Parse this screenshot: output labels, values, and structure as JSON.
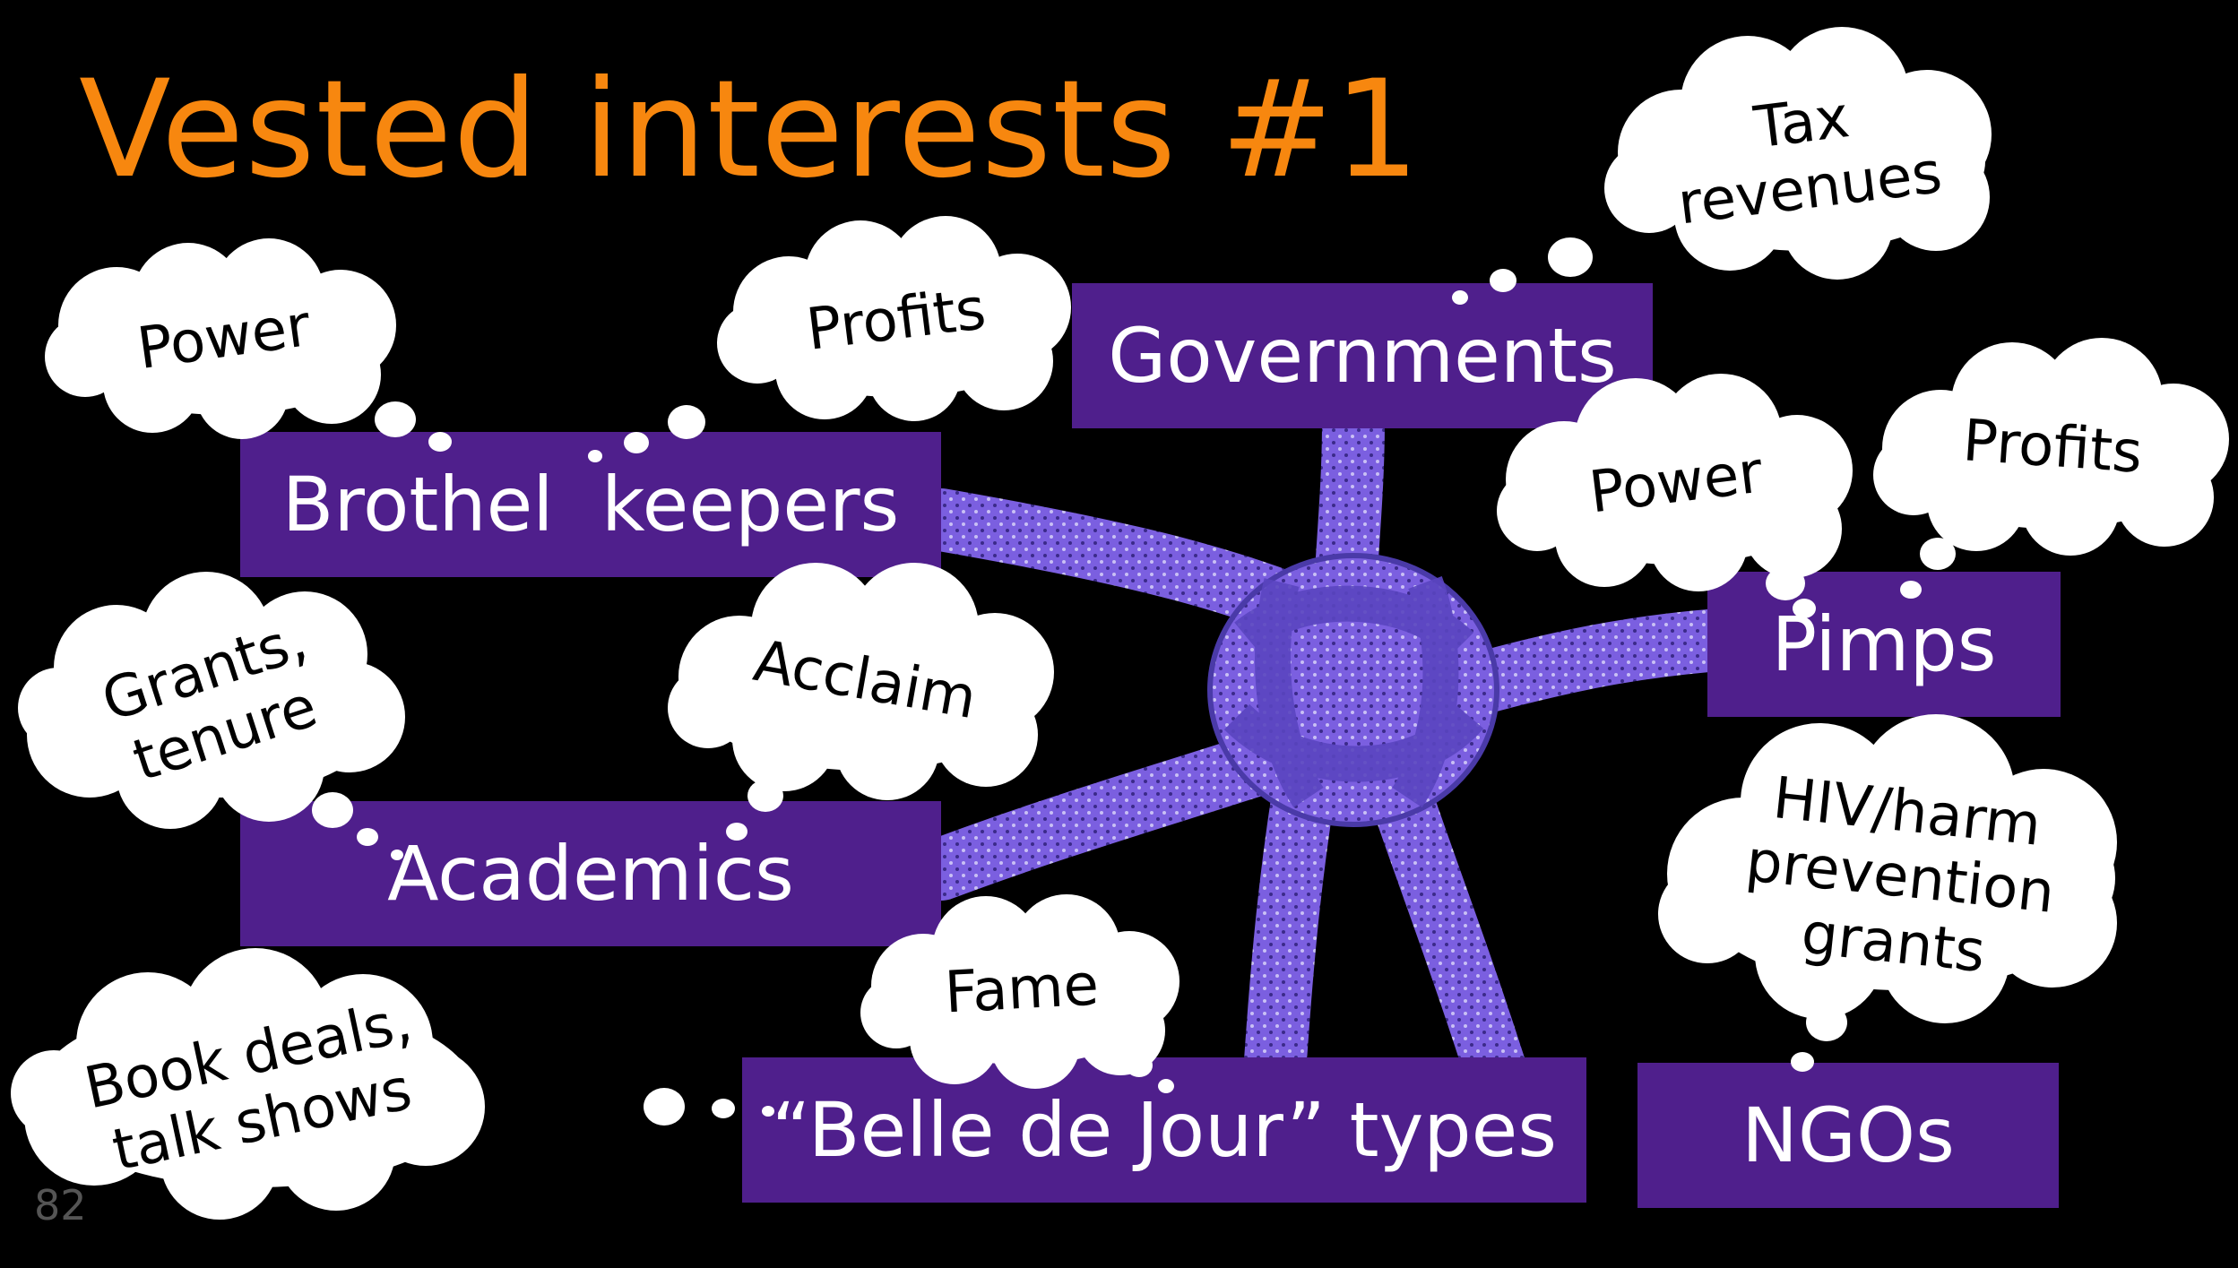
{
  "slide": {
    "title": "Vested interests #1",
    "slide_number": "82"
  },
  "colors": {
    "background": "#000000",
    "title": "#f7870f",
    "box": "#4f1f8c",
    "rope": "#7b5fe0"
  },
  "boxes": {
    "brothel_keepers": "Brothel  keepers",
    "governments": "Governments",
    "pimps": "Pimps",
    "academics": "Academics",
    "belle_de_jour": "“Belle de Jour” types",
    "ngos": "NGOs"
  },
  "clouds": {
    "power_left": "Power",
    "profits_left": "Profits",
    "tax_revenues": "Tax\nrevenues",
    "power_right": "Power",
    "profits_right": "Profits",
    "grants_tenure": "Grants,\ntenure",
    "acclaim": "Acclaim",
    "hiv_grants": "HIV/harm\nprevention\ngrants",
    "fame": "Fame",
    "book_deals": "Book deals,\ntalk shows"
  },
  "icons": {
    "center": "rope-knot-image",
    "thought": "thought-cloud"
  }
}
